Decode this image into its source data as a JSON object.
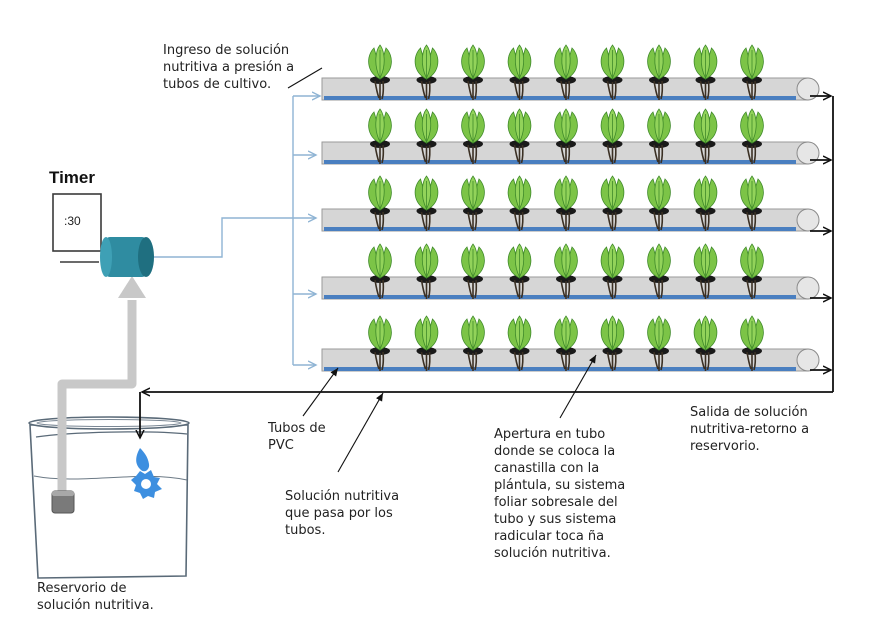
{
  "labels": {
    "timer_title": "Timer",
    "timer_display": ":30",
    "inlet": "Ingreso de solución\nnutritiva a presión a\ntubos de cultivo.",
    "tubes": "Tubos de\nPVC",
    "solution": "Solución nutritiva\nque pasa por los\ntubos.",
    "opening": "Apertura en tubo\ndonde se coloca la\ncanastilla con la\nplántula, su sistema\nfoliar sobresale del\ntubo y sus sistema\nradicular toca ña\nsolución nutritiva.",
    "outlet": "Salida de solución\nnutritiva-retorno a\nreservorio.",
    "reservoir": "Reservorio de\nsolución nutritiva."
  },
  "colors": {
    "pipe_feed": "#8fb4d4",
    "pipe_tube": "#d6d6d6",
    "solution_line": "#4a7fc0",
    "pump": "#2f8ca1",
    "leaf": "#7cc447",
    "leaf_dark": "#3f8a2a",
    "drip": "#3d8fe0",
    "lift_pipe": "#c8c8c8"
  },
  "diagram": {
    "tube_rows": 5,
    "plants_per_tube": 9
  }
}
